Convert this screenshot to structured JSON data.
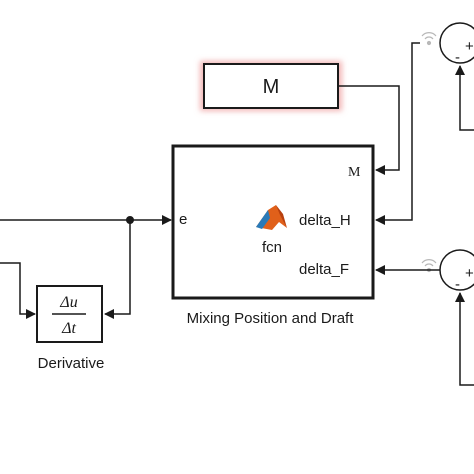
{
  "diagram": {
    "constant_block": {
      "label": "M"
    },
    "matlab_function": {
      "input_port": "e",
      "output_ports": [
        "M",
        "delta_H",
        "delta_F"
      ],
      "function_label": "fcn",
      "caption": "Mixing Position and Draft"
    },
    "derivative_block": {
      "numerator": "Δu",
      "denominator": "Δt",
      "caption": "Derivative"
    },
    "sum_blocks": [
      {
        "signs": [
          "+",
          "-"
        ]
      },
      {
        "signs": [
          "+",
          "-"
        ]
      }
    ]
  },
  "colors": {
    "line": "#1a1a1a",
    "highlight": "#e8a0a0",
    "matlab_orange": "#e0601a",
    "matlab_blue": "#2a7ab8",
    "signal_icon": "#b8b8b8"
  }
}
